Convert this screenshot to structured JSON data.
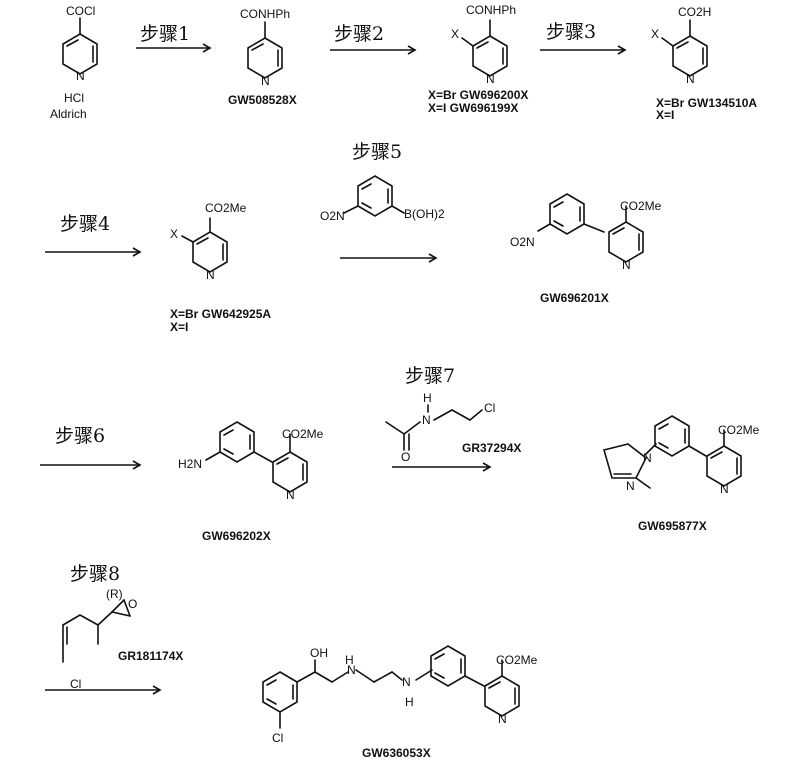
{
  "steps": [
    "步骤1",
    "步骤2",
    "步骤3",
    "步骤4",
    "步骤5",
    "步骤6",
    "步骤7",
    "步骤8"
  ],
  "atoms": {
    "cocl": "COCl",
    "conhph": "CONHPh",
    "co2h": "CO2H",
    "co2me": "CO2Me",
    "n": "N",
    "x": "X",
    "o2n": "O2N",
    "boh2": "B(OH)2",
    "h2n": "H2N",
    "h": "H",
    "o": "O",
    "cl": "Cl",
    "oh": "OH",
    "r": "(R)"
  },
  "labels": {
    "hcl": "HCl",
    "aldrich": "Aldrich",
    "gw508528x": "GW508528X",
    "x_br_gw696200x": "X=Br GW696200X",
    "x_i_gw696199x": "X=I GW696199X",
    "x_br_gw134510a": "X=Br GW134510A",
    "x_i": "X=I",
    "x_br_gw642925a": "X=Br  GW642925A",
    "gw696201x": "GW696201X",
    "gw696202x": "GW696202X",
    "gr37294x": "GR37294X",
    "gw695877x": "GW695877X",
    "gr181174x": "GR181174X",
    "gw636053x": "GW636053X"
  }
}
